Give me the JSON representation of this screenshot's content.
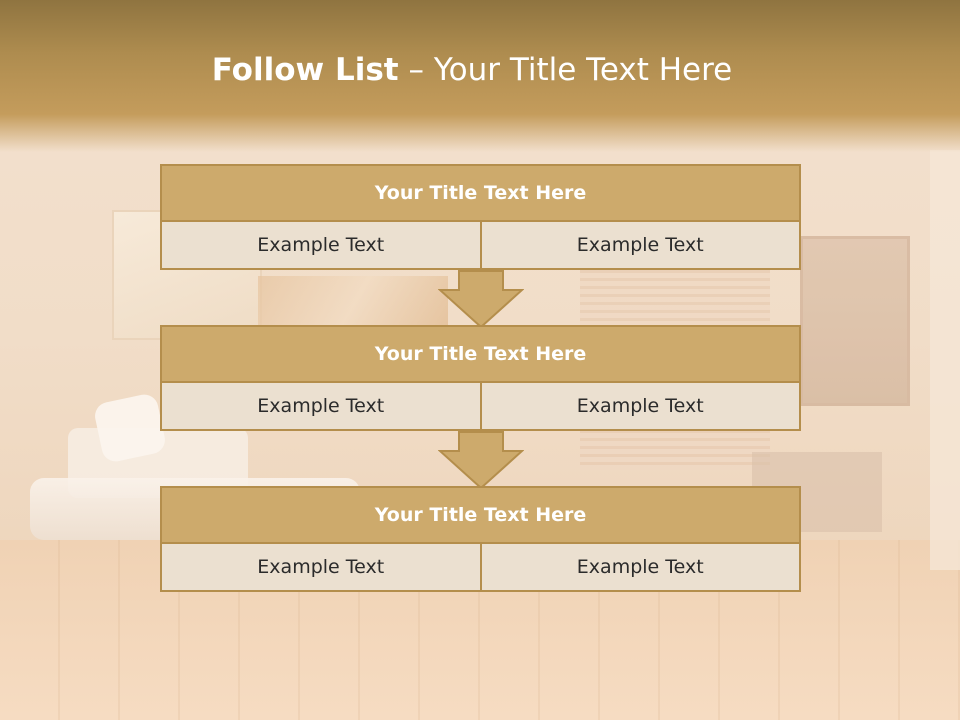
{
  "slide": {
    "title_bold": "Follow List",
    "title_rest": " – Your Title Text Here"
  },
  "blocks": [
    {
      "title": "Your Title Text Here",
      "items": [
        "Example Text",
        "Example Text"
      ]
    },
    {
      "title": "Your Title Text Here",
      "items": [
        "Example Text",
        "Example Text"
      ]
    },
    {
      "title": "Your Title Text Here",
      "items": [
        "Example Text",
        "Example Text"
      ]
    }
  ],
  "colors": {
    "header": "#b08f50",
    "block_title": "#cdaa6c",
    "block_border": "#b48e4c",
    "cell": "#ebe0d0",
    "arrow": "#cdaa6c"
  },
  "icons": {
    "connector": "down-arrow-icon"
  }
}
